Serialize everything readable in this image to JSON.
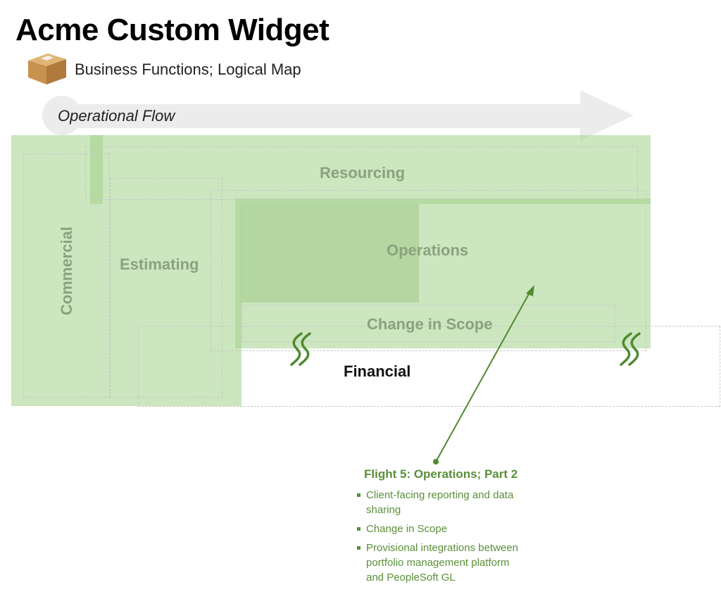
{
  "header": {
    "title": "Acme Custom Widget",
    "subtitle": "Business Functions;  Logical Map"
  },
  "flow": {
    "label": "Operational Flow"
  },
  "areas": {
    "resourcing": "Resourcing",
    "commercial": "Commercial",
    "estimating": "Estimating",
    "operations": "Operations",
    "change_in_scope": "Change in Scope",
    "financial": "Financial"
  },
  "callout": {
    "title": "Flight 5: Operations; Part 2",
    "items": [
      "Client-facing reporting and data sharing",
      "Change in Scope",
      "Provisional integrations between portfolio management platform and PeopleSoft GL"
    ]
  },
  "colors": {
    "area_fill": "#a3d18b",
    "area_label": "#8aa27e",
    "callout": "#5a8f3a",
    "arrow": "#ececec"
  },
  "icons": {
    "box": "cardboard-box-icon",
    "wave": "wave-squiggle-icon"
  }
}
